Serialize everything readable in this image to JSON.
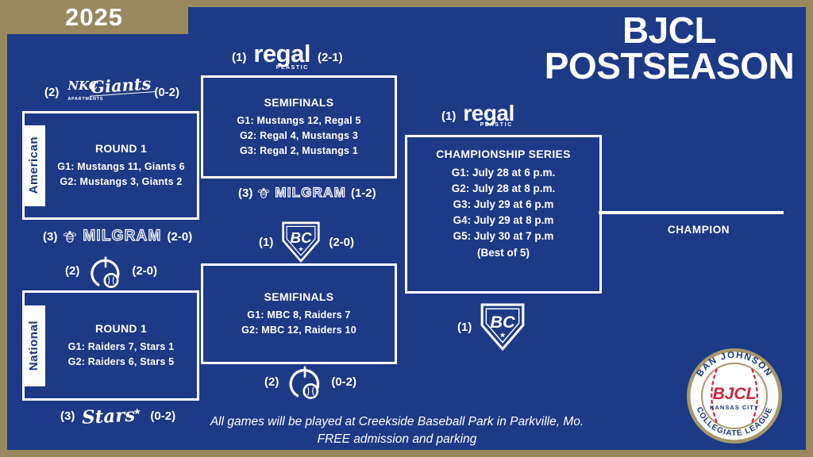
{
  "colors": {
    "background": "#1c3a86",
    "frame_tan": "#97885e",
    "line_white": "#ffffff",
    "logo_red": "#cf2236",
    "logo_blue": "#17357c"
  },
  "header": {
    "year": "2025",
    "title_line1": "BJCL",
    "title_line2": "POSTSEASON"
  },
  "american": {
    "division_label": "American",
    "seed_giants": {
      "seed": "(2)",
      "nkc": "NKC",
      "script": "Giants",
      "apartments": "APARTMENTS",
      "record": "(0-2)"
    },
    "round1": {
      "title": "ROUND 1",
      "games": [
        "G1: Mustangs 11,  Giants 6",
        "G2: Mustangs 3,  Giants 2"
      ]
    },
    "seed_milgram": {
      "seed": "(3)",
      "name": "MILGRAM",
      "record": "(2-0)"
    }
  },
  "national": {
    "division_label": "National",
    "seed_raiders": {
      "seed": "(2)",
      "record": "(2-0)"
    },
    "round1": {
      "title": "ROUND 1",
      "games": [
        "G1: Raiders 7,  Stars 1",
        "G2: Raiders 6,  Stars 5"
      ]
    },
    "seed_stars": {
      "seed": "(3)",
      "name": "Stars",
      "star_glyph": "★",
      "record": "(0-2)"
    }
  },
  "semifinal_american": {
    "seed_regal": {
      "seed": "(1)",
      "name": "regal",
      "sub": "PLASTIC",
      "record": "(2-1)"
    },
    "title": "SEMIFINALS",
    "games": [
      "G1: Mustangs 12,  Regal 5",
      "G2: Regal 4,  Mustangs 3",
      "G3: Regal 2,  Mustangs 1"
    ],
    "seed_milgram": {
      "seed": "(3)",
      "name": "MILGRAM",
      "record": "(1-2)"
    }
  },
  "semifinal_national": {
    "seed_mbc": {
      "seed": "(1)",
      "letters": "BC",
      "star_glyph": "★",
      "record": "(2-0)"
    },
    "title": "SEMIFINALS",
    "games": [
      "G1: MBC 8,  Raiders 7",
      "G2: MBC 12,  Raiders 10"
    ],
    "seed_raiders": {
      "seed": "(2)",
      "record": "(0-2)"
    }
  },
  "championship": {
    "seed_regal": {
      "seed": "(1)",
      "name": "regal",
      "sub": "PLASTIC"
    },
    "title": "CHAMPIONSHIP SERIES",
    "games": [
      "G1: July 28 at 6 p.m.",
      "G2: July 28 at 8 p.m.",
      "G3: July 29 at 6 p.m",
      "G4: July 29 at 8 p.m",
      "G5: July 30 at 7 p.m",
      "(Best of 5)"
    ],
    "seed_mbc": {
      "seed": "(1)",
      "letters": "BC",
      "star_glyph": "★"
    },
    "champion_label": "CHAMPION"
  },
  "footer": {
    "line1": "All games will be played at Creekside Baseball Park in Parkville, Mo.",
    "line2": "FREE admission and parking"
  },
  "league_logo": {
    "arc_top": "BAN JOHNSON",
    "arc_bottom": "COLLEGIATE LEAGUE",
    "center": "BJCL",
    "sub": "KANSAS CITY"
  }
}
